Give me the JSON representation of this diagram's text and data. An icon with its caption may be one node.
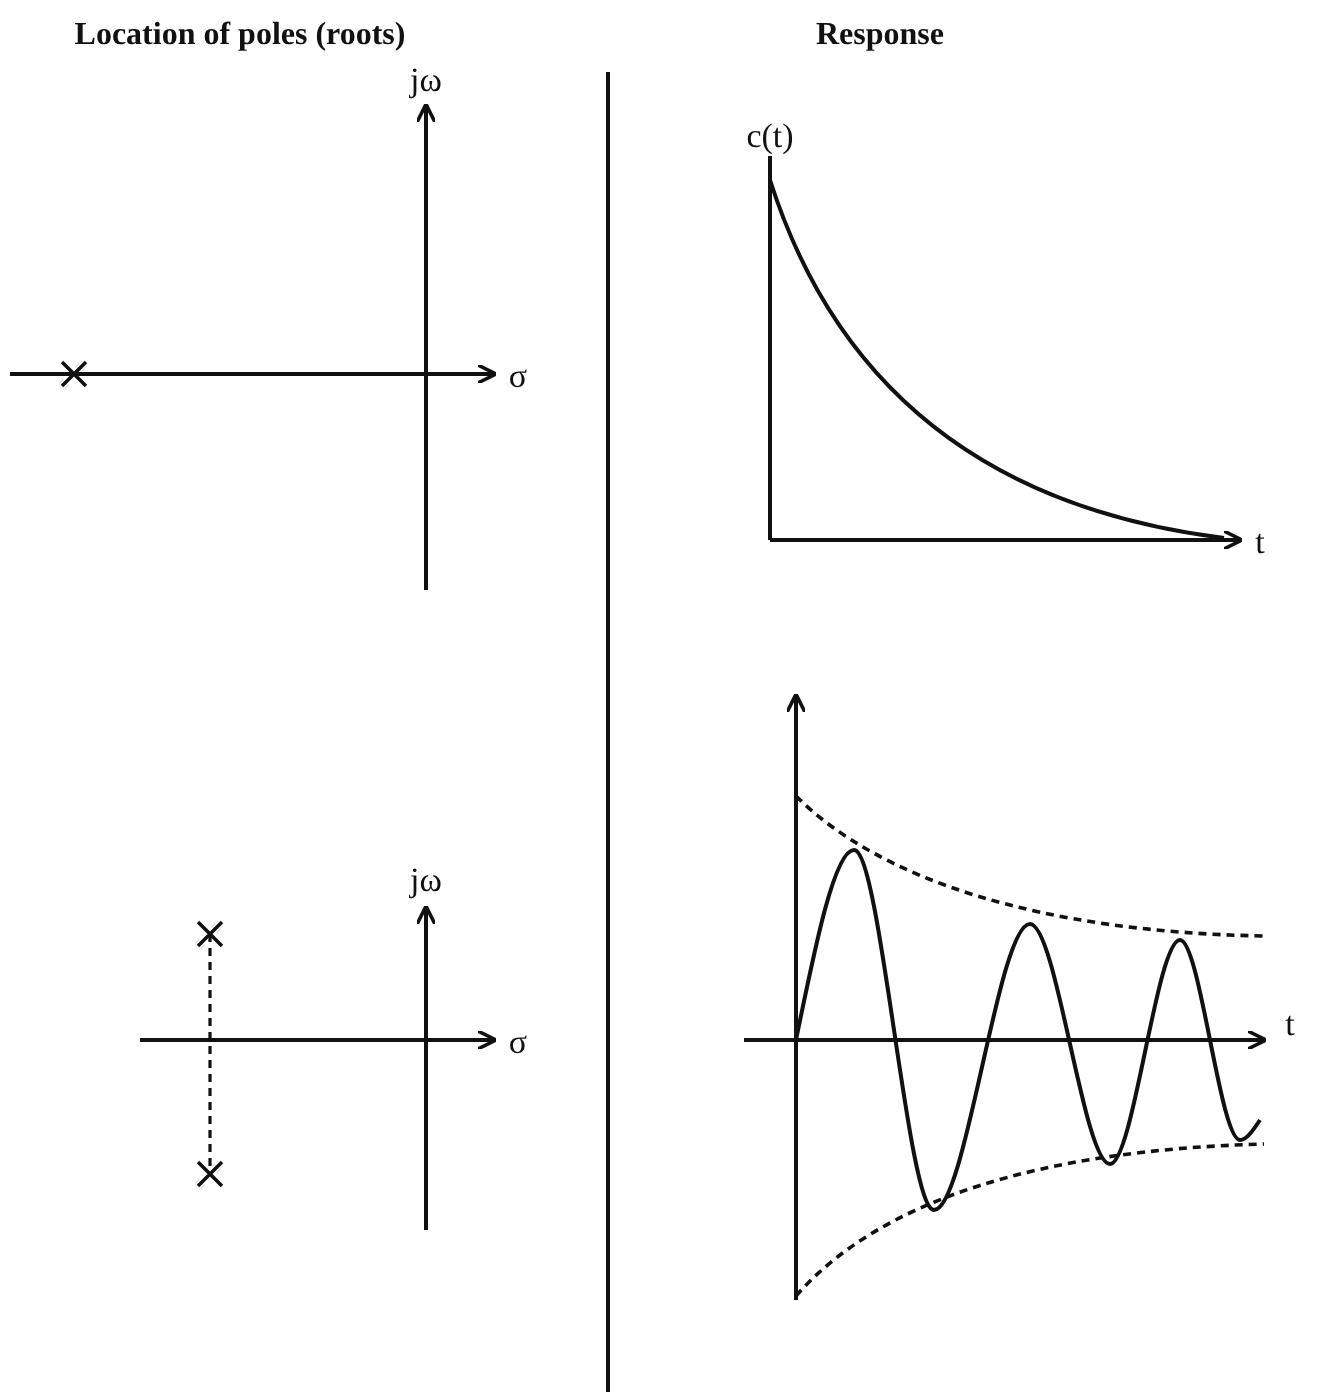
{
  "diagram": {
    "labels": [
      "Location of poles (roots)",
      "Response",
      "jω",
      "c(t)",
      "σ",
      "t",
      "jω",
      "σ",
      "t"
    ]
  }
}
